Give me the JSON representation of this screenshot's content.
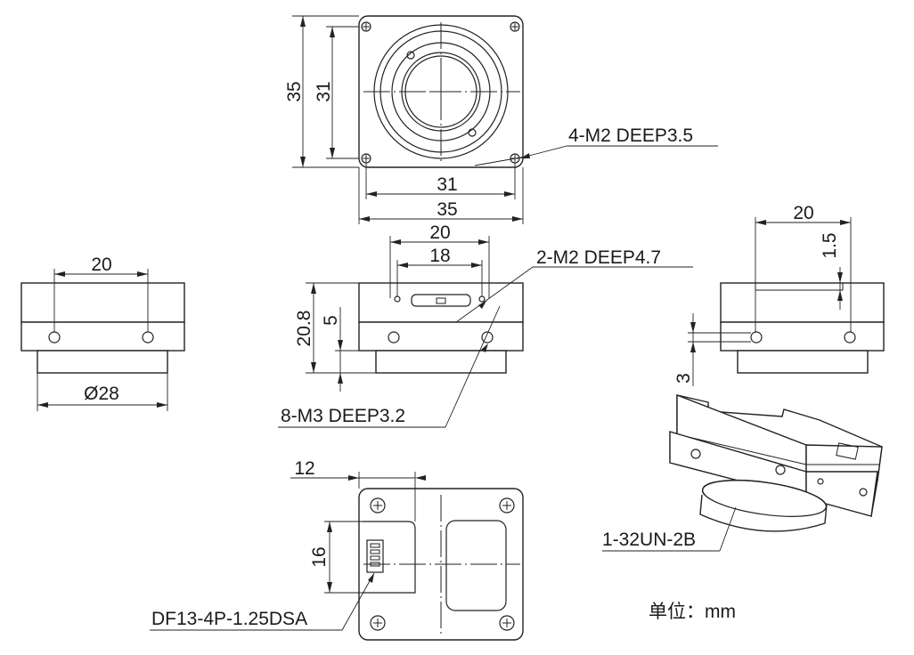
{
  "dimensions": {
    "front_height_outer": "35",
    "front_height_inner": "31",
    "front_width_inner": "31",
    "front_width_outer": "35",
    "front_mount_holes": "4-M2 DEEP3.5",
    "top_width_outer": "20",
    "top_width_inner": "18",
    "top_holes": "2-M2 DEEP4.7",
    "top_height": "20.8",
    "top_offset": "5",
    "side_holes": "8-M3 DEEP3.2",
    "left_hole_spacing": "20",
    "left_diameter": "Ø28",
    "right_hole_spacing": "20",
    "right_recess_depth": "1.5",
    "right_hole_offset": "3",
    "back_offset": "12",
    "back_height": "16",
    "connector": "DF13-4P-1.25DSA",
    "thread": "1-32UN-2B"
  },
  "unit_label": "单位：mm"
}
